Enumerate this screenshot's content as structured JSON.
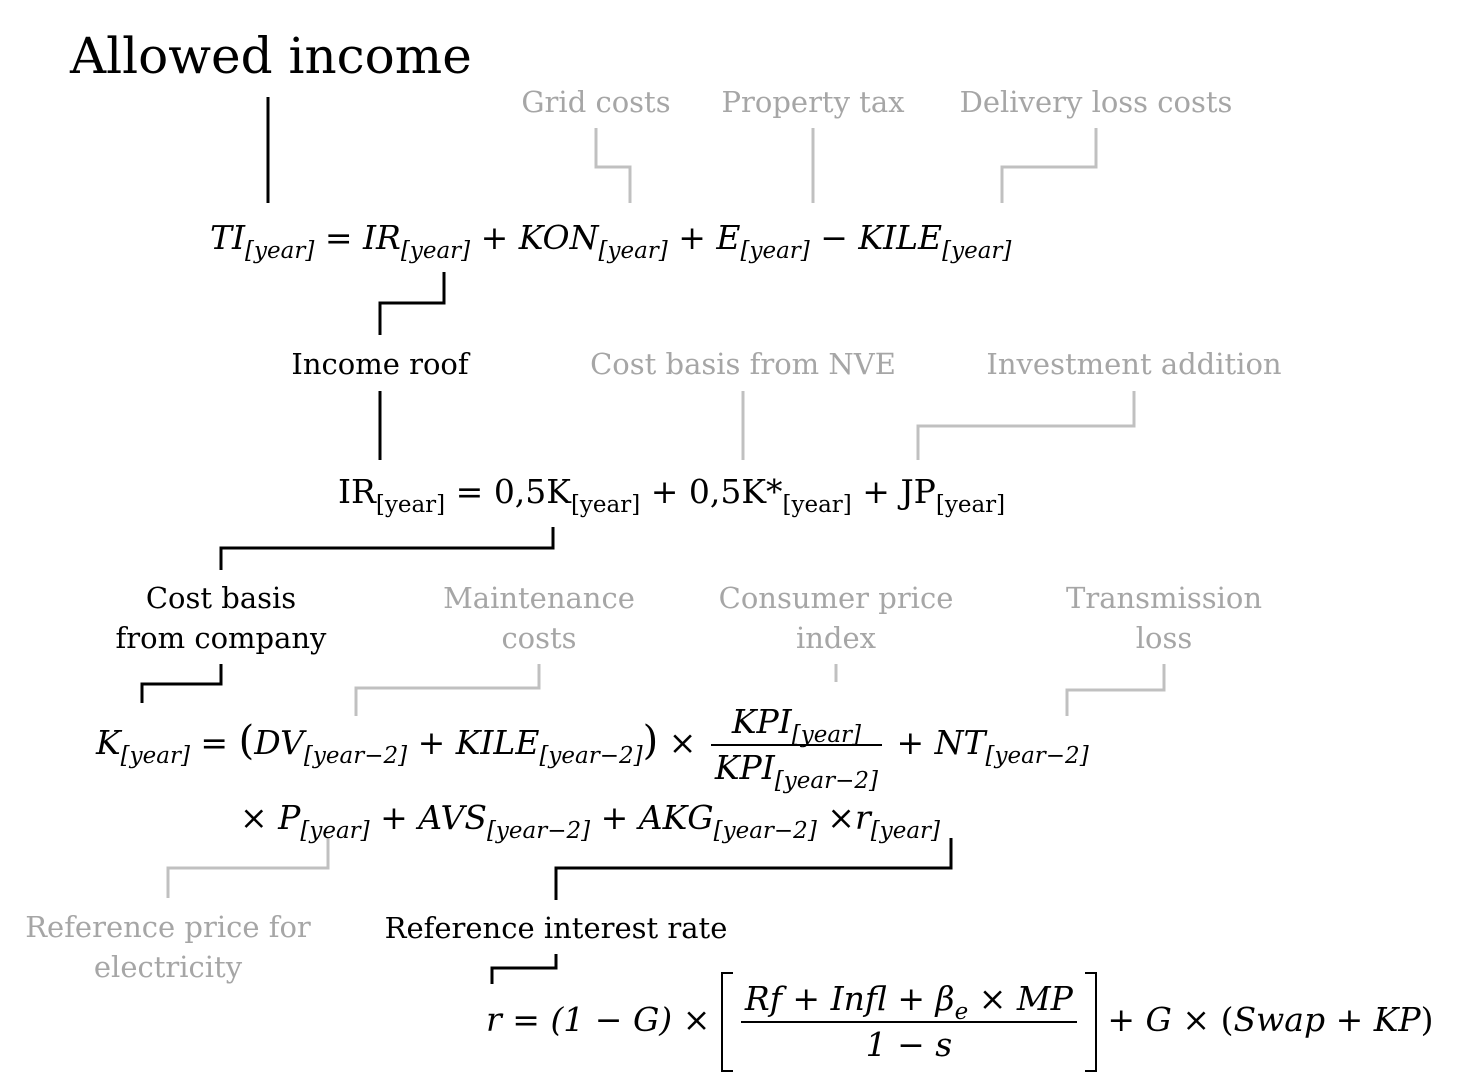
{
  "title": "Allowed income",
  "labels": {
    "grid_costs": "Grid costs",
    "property_tax": "Property tax",
    "delivery_loss_costs": "Delivery loss costs",
    "income_roof": "Income roof",
    "cost_basis_nve": "Cost basis from NVE",
    "investment_addition": "Investment addition",
    "cost_basis_company_line1": "Cost basis",
    "cost_basis_company_line2": "from company",
    "maintenance_costs_line1": "Maintenance",
    "maintenance_costs_line2": "costs",
    "cpi_line1": "Consumer price",
    "cpi_line2": "index",
    "transmission_loss_line1": "Transmission",
    "transmission_loss_line2": "loss",
    "reference_price_line1": "Reference price for",
    "reference_price_line2": "electricity",
    "reference_interest_rate": "Reference interest rate"
  },
  "equations": {
    "ti": {
      "ti": "TI",
      "sub_year": "[year]",
      "eq": "=",
      "ir": "IR",
      "plus": "+",
      "kon": "KON",
      "e": "E",
      "minus": "−",
      "kile": "KILE"
    },
    "ir": {
      "ir": "IR",
      "sub_year": "[year]",
      "eq": "=",
      "coef1": "0,5K",
      "plus": "+",
      "coef2": "0,5K*",
      "jp": "JP"
    },
    "k": {
      "k": "K",
      "sub_year": "[year]",
      "sub_year_m2": "[year−2]",
      "eq": "=",
      "lparen": "(",
      "dv": "DV",
      "plus": "+",
      "kile": "KILE",
      "rparen": ")",
      "times": "×",
      "kpi": "KPI",
      "nt": "NT",
      "p": "P",
      "avs": "AVS",
      "akg": "AKG",
      "r": "r"
    },
    "r": {
      "r": "r",
      "eq": "=",
      "one_minus_g": "(1 − G)",
      "times": "×",
      "num_rf": "Rf",
      "plus": "+",
      "num_infl": "Infl",
      "num_beta": "β",
      "sub_e": "e",
      "num_mp": "MP",
      "den": "1 − s",
      "g": "G",
      "swap": "Swap",
      "kp": "KP",
      "lparen": "(",
      "rparen": ")"
    }
  },
  "colors": {
    "primary": "#000000",
    "secondary": "#a6a6a6",
    "connector_secondary": "#c0c0c0"
  }
}
